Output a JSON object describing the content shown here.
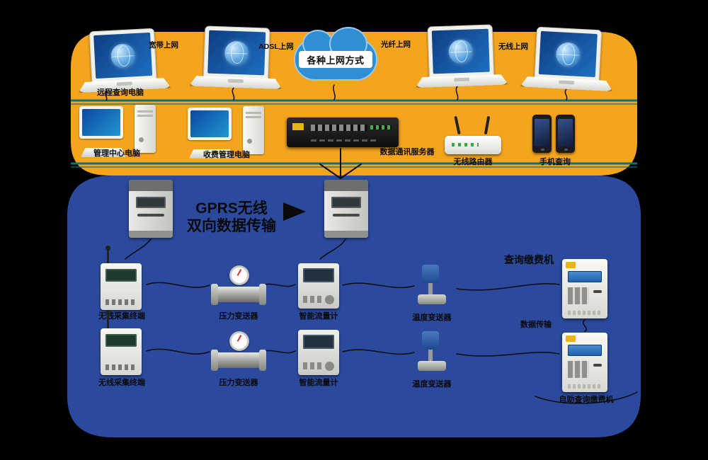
{
  "cloud": {
    "label": "各种上网方式"
  },
  "top": {
    "laptop_caption": "远程查询电脑",
    "access_methods": [
      "宽带上网",
      "ADSL上网",
      "光纤上网",
      "无线上网"
    ]
  },
  "mid": {
    "pc1_label": "管理中心电脑",
    "pc2_label": "收费管理电脑",
    "server_label": "数据通讯服务器",
    "router_label": "无线路由器",
    "phones_label": "手机查询"
  },
  "collect": {
    "note_line1": "GPRS无线",
    "note_line2": "双向数据传输"
  },
  "field": {
    "row1_labels": [
      "无线采集终端",
      "压力变送器",
      "智能流量计",
      "温度变送器"
    ],
    "row2_labels": [
      "无线采集终端",
      "压力变送器",
      "智能流量计",
      "温度变送器"
    ]
  },
  "right": {
    "title": "查询缴费机",
    "mid_note": "数据传输",
    "bottom_note": "自助查询缴费机"
  }
}
